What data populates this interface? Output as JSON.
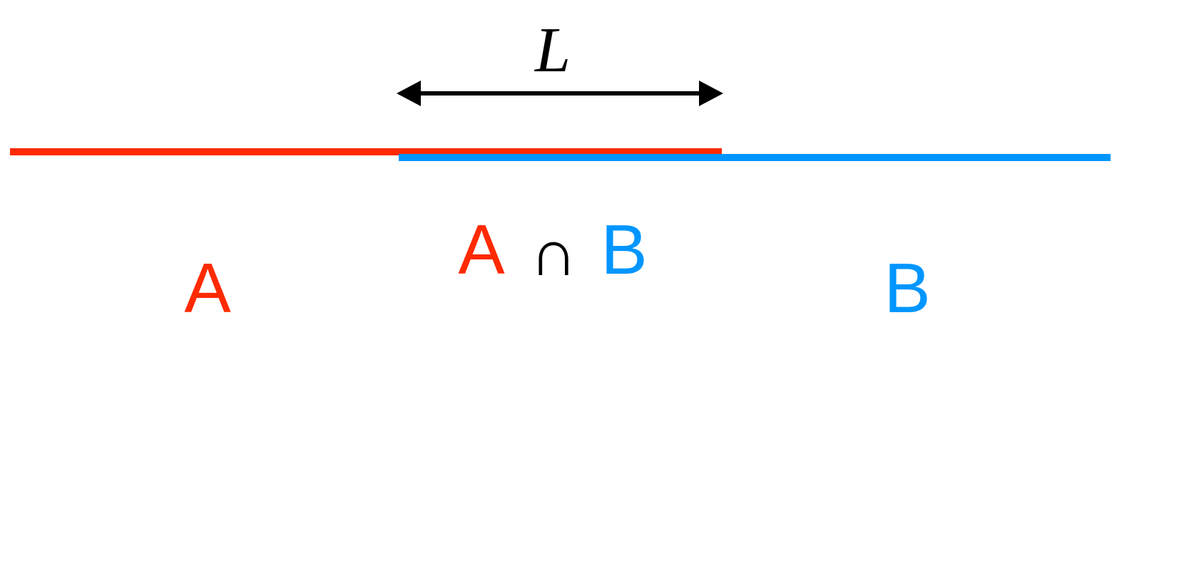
{
  "diagram": {
    "length_label": "L",
    "set_a_label": "A",
    "set_b_label": "B",
    "intersection": {
      "left": "A",
      "operator": "∩",
      "right": "B"
    }
  },
  "colors": {
    "set_a": "#ff2a00",
    "set_b": "#0096ff",
    "ink": "#000000",
    "background": "#ffffff"
  }
}
